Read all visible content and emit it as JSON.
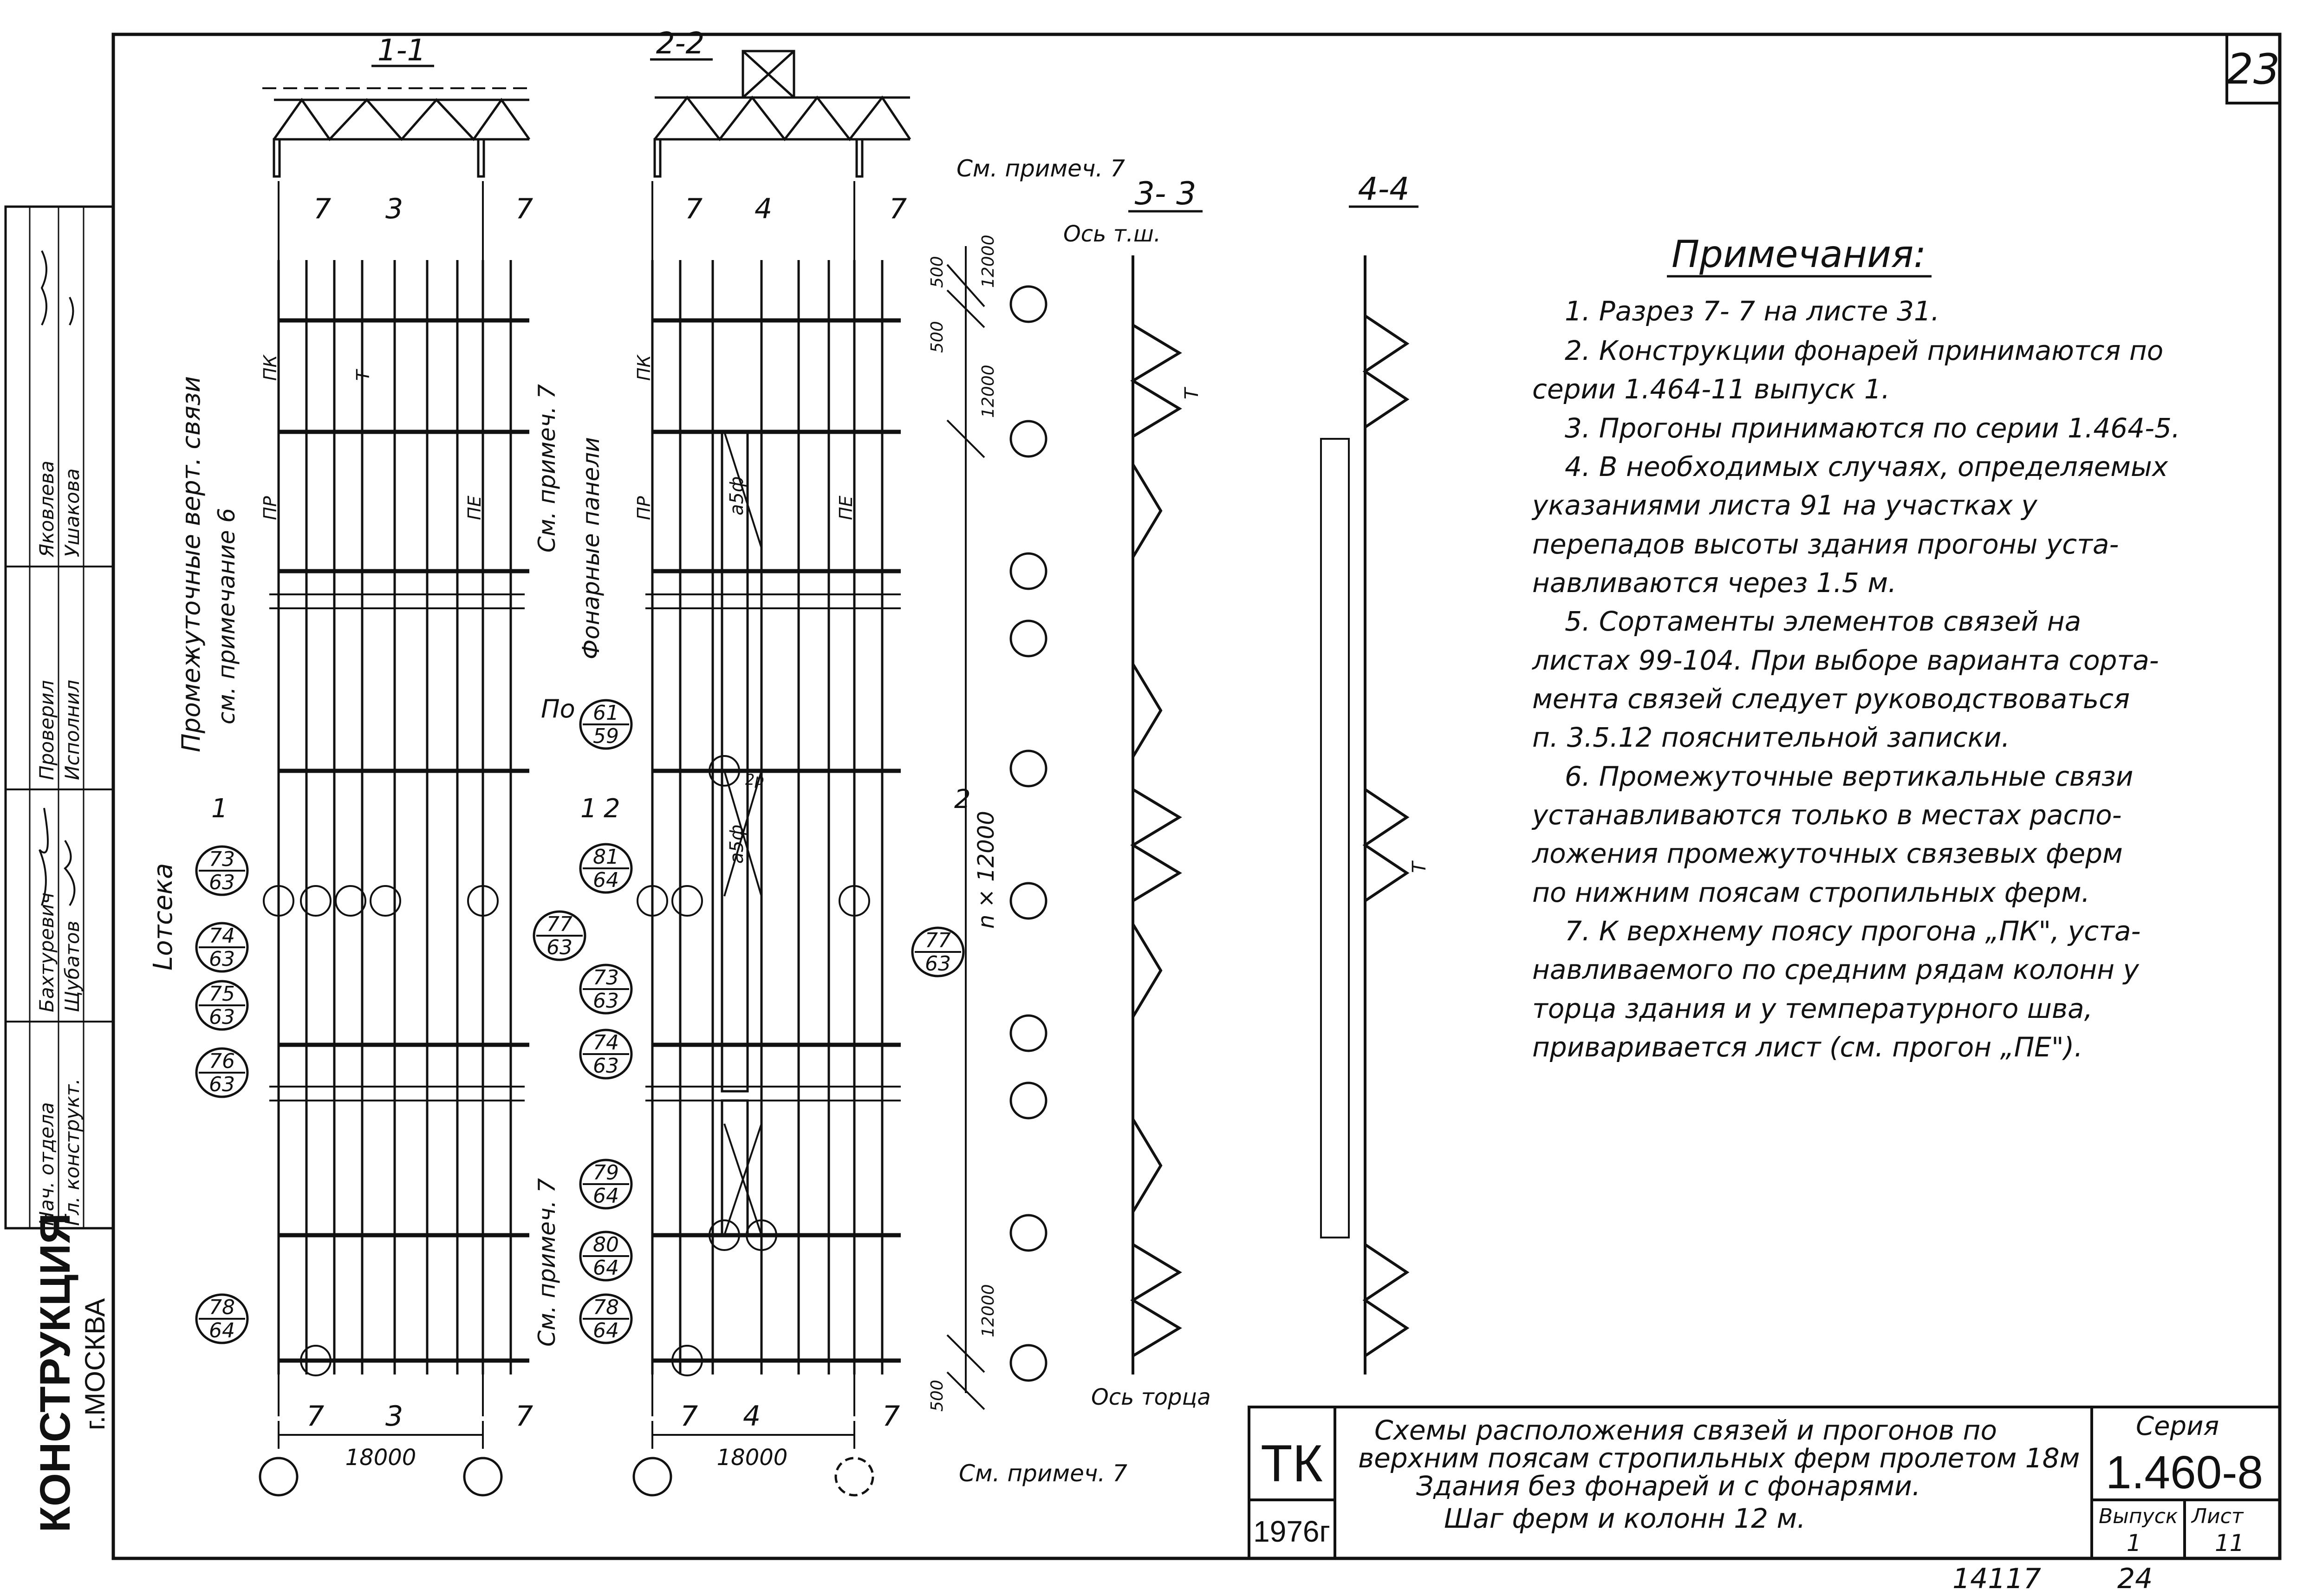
{
  "sheet": {
    "page_number": "23",
    "archive_number": "14117",
    "archive_suffix": "24"
  },
  "stamp_left": {
    "org_lines": [
      "КОНСТРУКЦИЯ",
      "г.МОСКВА"
    ],
    "roles": [
      {
        "role": "Нач. отдела",
        "name": "Бахтуревич"
      },
      {
        "role": "Гл. конструкт.",
        "name": "Щубатов"
      },
      {
        "role": "Проверил",
        "name": "Яковлева"
      },
      {
        "role": "Исполнил",
        "name": "Ушакова"
      }
    ]
  },
  "sections": {
    "s11": "1-1",
    "s22": "2-2",
    "s33": "3- 3",
    "s44": "4-4"
  },
  "cuts": {
    "top_left": [
      "7",
      "3",
      "7"
    ],
    "top_mid": [
      "7",
      "4",
      "7"
    ],
    "bottom_left": [
      "7",
      "3",
      "7"
    ],
    "bottom_mid": [
      "7",
      "4",
      "7"
    ],
    "cut1_left": "1",
    "cut1_right": "1",
    "cut2_left": "2",
    "cut2_right": "2"
  },
  "labels": {
    "see_note_7": "См. примеч. 7",
    "see_note_7_vertical": "См. примеч. 7",
    "see_note_7_vertical_b": "См. примеч. 7",
    "see_note_7_bottom": "См. примеч. 7",
    "axis_ts": "Ось т.ш.",
    "axis_end": "Ось торца",
    "vert_bracing": "Промежуточные верт. связи",
    "see_note_6": "см. примечание 6",
    "lantern_panels": "Фонарные панели",
    "otsek": "Lотсека",
    "po": "По",
    "n12000": "n × 12000",
    "span_left": "18000",
    "span_mid": "18000",
    "dim_top_1": "500",
    "dim_top_2": "500",
    "dim_top_3": "12000",
    "dim_mid": "12000",
    "dim_bot_1": "12000",
    "dim_bot_2": "500"
  },
  "purlin_marks": {
    "pk": "ПК",
    "pr": "ПР",
    "pe": "ПЕ",
    "t": "Т",
    "a5f": "а5ф",
    "ps": "2р"
  },
  "callouts": [
    {
      "top": "73",
      "bottom": "63"
    },
    {
      "top": "74",
      "bottom": "63"
    },
    {
      "top": "75",
      "bottom": "63"
    },
    {
      "top": "76",
      "bottom": "63"
    },
    {
      "top": "77",
      "bottom": "63"
    },
    {
      "top": "78",
      "bottom": "64"
    },
    {
      "top": "61",
      "bottom": "59"
    },
    {
      "top": "81",
      "bottom": "64"
    },
    {
      "top": "73",
      "bottom": "63"
    },
    {
      "top": "74",
      "bottom": "63"
    },
    {
      "top": "77",
      "bottom": "63"
    },
    {
      "top": "79",
      "bottom": "64"
    },
    {
      "top": "80",
      "bottom": "64"
    },
    {
      "top": "78",
      "bottom": "64"
    }
  ],
  "notes": {
    "title": "Примечания:",
    "lines": [
      "1.  Разрез 7- 7 на листе 31.",
      "2.  Конструкции фонарей принимаются по",
      "серии 1.464-11 выпуск 1.",
      "3.  Прогоны принимаются по серии 1.464-5.",
      "4.  В необходимых случаях, определяемых",
      "указаниями листа  91      на участках у",
      "перепадов высоты здания прогоны уста-",
      "навливаются через 1.5 м.",
      "5. Сортаменты элементов связей на",
      "листах 99-104. При выборе варианта сорта-",
      "мента связей следует руководствоваться",
      "п. 3.5.12 пояснительной записки.",
      "6.  Промежуточные вертикальные связи",
      "устанавливаются только в местах распо-",
      "ложения промежуточных связевых ферм",
      "по нижним поясам стропильных ферм.",
      "7.  К верхнему поясу прогона „ПК\", уста-",
      "навливаемого по средним рядам колонн у",
      "торца здания и у температурного шва,",
      "приваривается лист (см. прогон „ПЕ\")."
    ]
  },
  "title_block": {
    "logo": "ТК",
    "year": "1976г",
    "title_lines": [
      "Схемы расположения связей и прогонов по",
      "верхним поясам стропильных ферм пролетом 18м",
      "Здания без фонарей и с фонарями.",
      "Шаг ферм и колонн 12 м."
    ],
    "series_label": "Серия",
    "series": "1.460-8",
    "issue_label": "Выпуск",
    "issue": "1",
    "sheet_label": "Лист",
    "sheet": "11"
  }
}
